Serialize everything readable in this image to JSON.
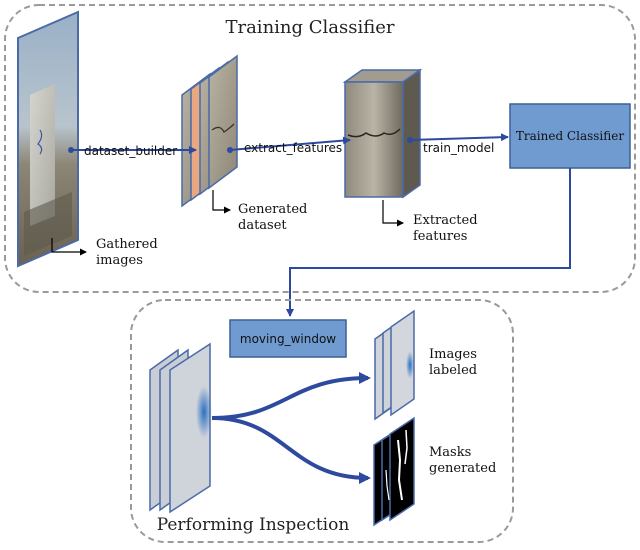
{
  "training": {
    "title": "Training Classifier",
    "steps": {
      "dataset_builder": "dataset_builder",
      "extract_features": "extract_features",
      "train_model": "train_model"
    },
    "gathered_images": [
      "Gathered",
      "images"
    ],
    "generated_dataset": [
      "Generated",
      "dataset"
    ],
    "extracted_features": [
      "Extracted",
      "features"
    ],
    "trained_classifier": "Trained Classifier"
  },
  "inspection": {
    "title": "Performing Inspection",
    "moving_window": "moving_window",
    "images_labeled": [
      "Images",
      "labeled"
    ],
    "masks_generated": [
      "Masks",
      "generated"
    ]
  },
  "colors": {
    "arrow": "#2d4a9e",
    "dashed_border": "#9a9a9a",
    "box_fill": "#6f9bd1",
    "box_stroke": "#3c5f94",
    "frame_edge": "#4a6aa8",
    "highlight_slice": "#e8a882"
  }
}
